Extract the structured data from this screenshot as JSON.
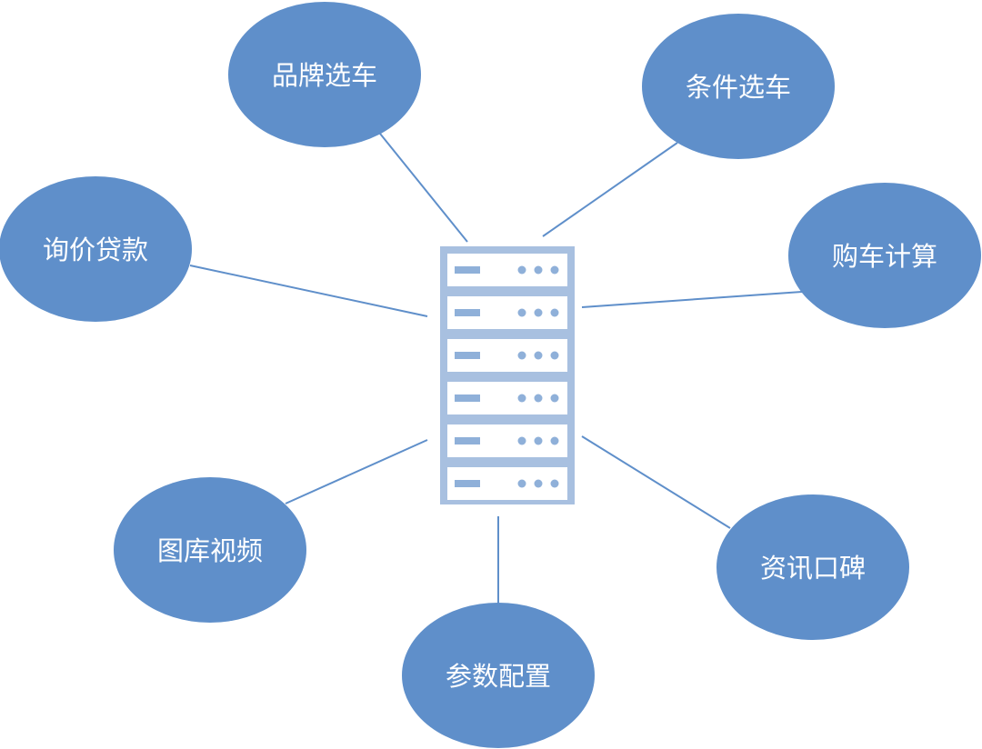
{
  "colors": {
    "node_fill": "#5f8fca",
    "connector": "#5f8fca",
    "server_frame": "#a8c0e0",
    "server_slot": "#ffffff",
    "server_detail": "#8fb0d9"
  },
  "server": {
    "icon": "server-rack-icon",
    "unit_count": 6
  },
  "nodes": [
    {
      "id": "brand",
      "label": "品牌选车"
    },
    {
      "id": "condition",
      "label": "条件选车"
    },
    {
      "id": "inquiry",
      "label": "询价贷款"
    },
    {
      "id": "calculator",
      "label": "购车计算"
    },
    {
      "id": "gallery",
      "label": "图库视频"
    },
    {
      "id": "news",
      "label": "资讯口碑"
    },
    {
      "id": "specs",
      "label": "参数配置"
    }
  ]
}
